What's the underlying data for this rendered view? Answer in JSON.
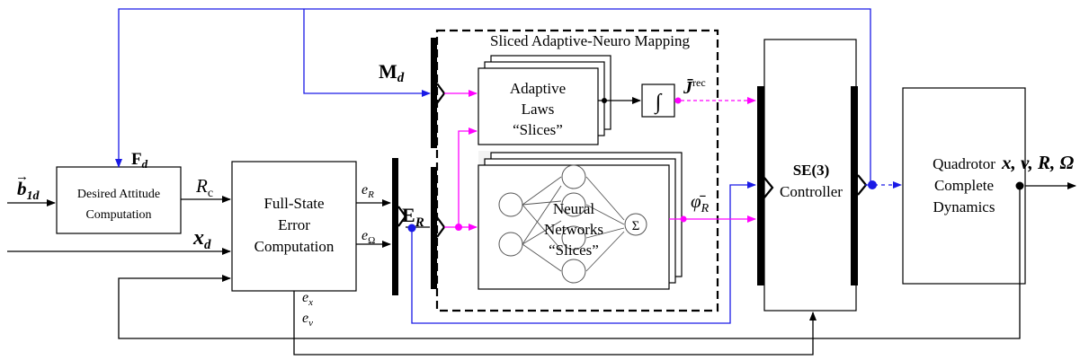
{
  "blocks": {
    "desired_attitude": [
      "Desired Attitude",
      "Computation"
    ],
    "full_state_error": [
      "Full-State",
      "Error",
      "Computation"
    ],
    "mapping_title": "Sliced Adaptive-Neuro Mapping",
    "adaptive_laws": [
      "Adaptive",
      "Laws",
      "“Slices”"
    ],
    "neural_networks": [
      "Neural",
      "Networks",
      "“Slices”"
    ],
    "integrator": "∫",
    "sum": "Σ",
    "controller_bold": "SE(3)",
    "controller": "Controller",
    "plant": [
      "Quadrotor",
      "Complete",
      "Dynamics"
    ]
  },
  "signals": {
    "b1d_main": "b",
    "b1d_arrow": "→",
    "b1d_sub": "1d",
    "Fd_main": "F",
    "Fd_sub": "d",
    "Md_main": "M",
    "Md_sub": "d",
    "Rc_main": "R",
    "Rc_sub": "c",
    "xd_main": "x",
    "xd_sub": "d",
    "eR_main": "e",
    "eR_sub": "R",
    "eOmega_main": "e",
    "eOmega_sub": "Ω",
    "ER_main": "E",
    "ER_sub": "R",
    "ex_main": "e",
    "ex_sub": "x",
    "ev_main": "e",
    "ev_sub": "v",
    "J_main": "J̄",
    "J_sup": "rec",
    "phi_main": "φ̄",
    "phi_sub": "R",
    "state_out": "x, v, R, Ω"
  },
  "colors": {
    "black": "#000000",
    "blue": "#1a1ae6",
    "magenta": "#ff00ff",
    "panel": "#f3f3f3"
  }
}
